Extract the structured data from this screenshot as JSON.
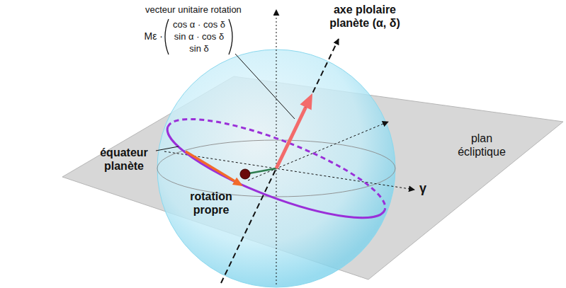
{
  "diagram": {
    "labels": [
      "vecteur unitaire rotation",
      "Mε ·",
      "cos α · cos δ",
      "sin α · cos δ",
      "sin δ",
      "axe plolaire planète (α, δ)",
      "plan écliptique",
      "équateur planète",
      "rotation propre",
      "γ"
    ]
  }
}
